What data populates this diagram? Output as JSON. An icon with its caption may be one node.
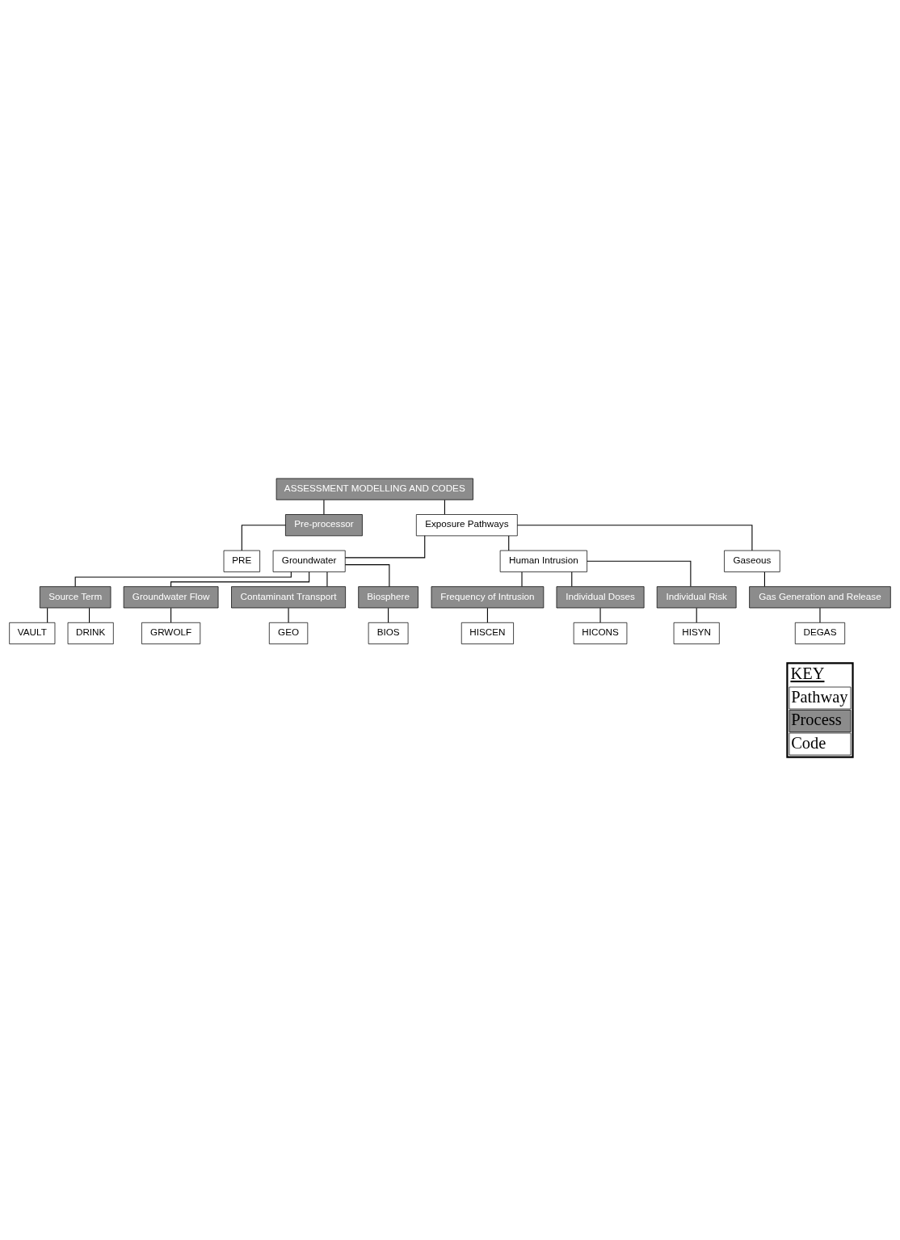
{
  "diagram": {
    "nodes": [
      {
        "text": [
          "ASSESSMENT MODELLING AND CODES"
        ]
      },
      {
        "text": [
          "Pre-processor"
        ]
      },
      {
        "text": [
          "PRE"
        ]
      },
      {
        "text": [
          "Exposure Pathways"
        ]
      },
      {
        "text": [
          "Groundwater"
        ]
      },
      {
        "text": [
          "Human Intrusion"
        ]
      },
      {
        "text": [
          "Gaseous"
        ]
      },
      {
        "text": [
          "Source Term"
        ]
      },
      {
        "text": [
          "VAULT"
        ]
      },
      {
        "text": [
          "DRINK"
        ]
      },
      {
        "text": [
          "Groundwater Flow"
        ]
      },
      {
        "text": [
          "GRWOLF"
        ]
      },
      {
        "text": [
          "Contaminant Transport"
        ]
      },
      {
        "text": [
          "GEO"
        ]
      },
      {
        "text": [
          "Biosphere"
        ]
      },
      {
        "text": [
          "BIOS"
        ]
      },
      {
        "text": [
          "Frequency of Intrusion"
        ]
      },
      {
        "text": [
          "HISCEN"
        ]
      },
      {
        "text": [
          "Individual Doses"
        ]
      },
      {
        "text": [
          "HICONS"
        ]
      },
      {
        "text": [
          "Individual Risk"
        ]
      },
      {
        "text": [
          "HISYN"
        ]
      },
      {
        "text": [
          "Gas Generation and Release"
        ]
      },
      {
        "text": [
          "DEGAS"
        ]
      }
    ],
    "edges": [
      {
        "from": 0,
        "to": 1,
        "arrow": "none"
      },
      {
        "from": 1,
        "to": 2,
        "arrow": "none"
      },
      {
        "from": 0,
        "to": 3,
        "arrow": "none"
      },
      {
        "from": 3,
        "to": 4,
        "arrow": "none"
      },
      {
        "from": 3,
        "to": 5,
        "arrow": "none"
      },
      {
        "from": 3,
        "to": 6,
        "arrow": "none"
      },
      {
        "from": 4,
        "to": 7,
        "arrow": "none"
      },
      {
        "from": 7,
        "to": 8,
        "arrow": "none"
      },
      {
        "from": 7,
        "to": 9,
        "arrow": "none"
      },
      {
        "from": 4,
        "to": 10,
        "arrow": "none"
      },
      {
        "from": 10,
        "to": 11,
        "arrow": "none"
      },
      {
        "from": 4,
        "to": 12,
        "arrow": "none"
      },
      {
        "from": 12,
        "to": 13,
        "arrow": "none"
      },
      {
        "from": 4,
        "to": 14,
        "arrow": "none"
      },
      {
        "from": 14,
        "to": 15,
        "arrow": "none"
      },
      {
        "from": 5,
        "to": 16,
        "arrow": "none"
      },
      {
        "from": 16,
        "to": 17,
        "arrow": "none"
      },
      {
        "from": 5,
        "to": 18,
        "arrow": "none"
      },
      {
        "from": 18,
        "to": 19,
        "arrow": "none"
      },
      {
        "from": 5,
        "to": 20,
        "arrow": "none"
      },
      {
        "from": 20,
        "to": 21,
        "arrow": "none"
      },
      {
        "from": 6,
        "to": 22,
        "arrow": "none"
      },
      {
        "from": 22,
        "to": 23,
        "arrow": "none"
      }
    ],
    "labels": [
      "KEY"
    ],
    "legend": [
      {
        "text": "Pathway",
        "color": "#ffffff"
      },
      {
        "text": "Process",
        "color": "#8c8c8c"
      },
      {
        "text": "Code",
        "color": "#ffffff"
      }
    ]
  }
}
